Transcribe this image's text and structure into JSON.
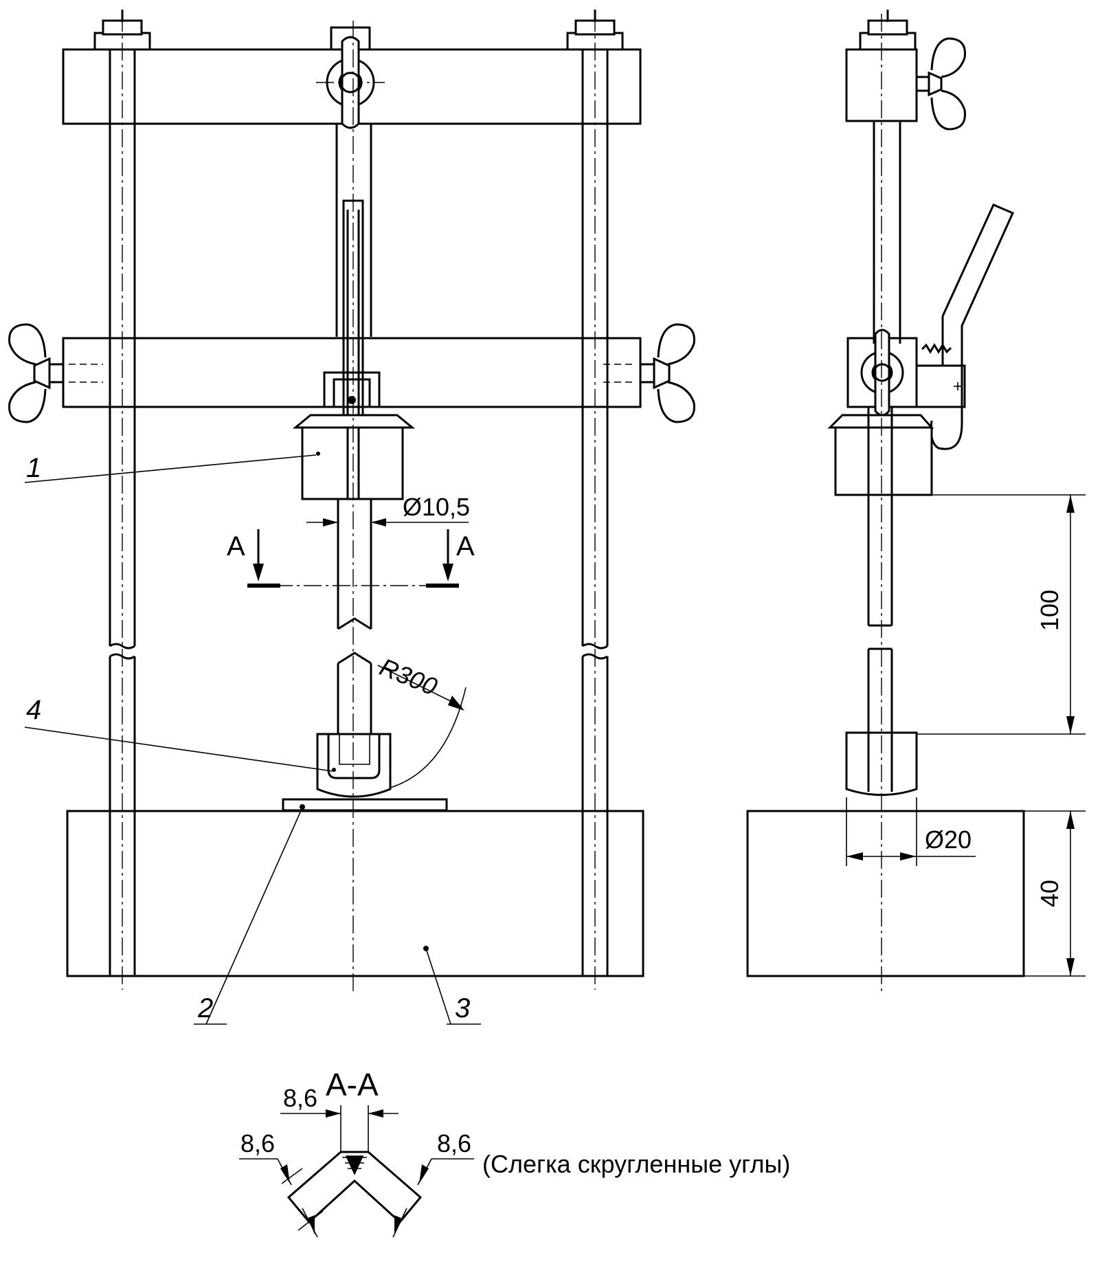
{
  "parts": {
    "p1": "1",
    "p2": "2",
    "p3": "3",
    "p4": "4"
  },
  "dimensions": {
    "rod_diameter": "Ø10,5",
    "radius": "R300",
    "height_100": "100",
    "pad_diameter": "Ø20",
    "base_height": "40",
    "section_left": "A",
    "section_right": "A"
  },
  "section": {
    "title": "A-A",
    "dim_top": "8,6",
    "dim_left": "8,6",
    "dim_right": "8,6",
    "note": "(Слегка скругленные углы)"
  }
}
